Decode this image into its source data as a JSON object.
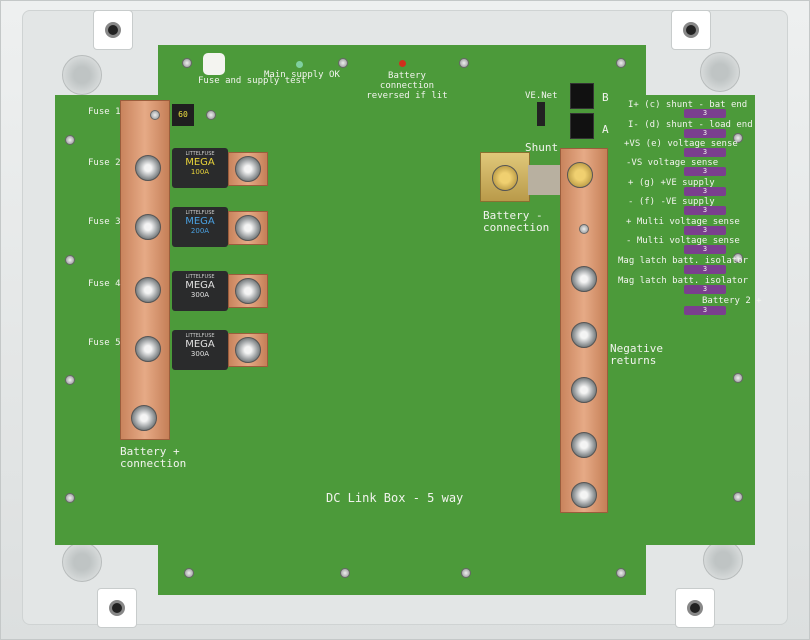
{
  "board": {
    "title": "DC Link Box - 5 way",
    "fuse_test": "Fuse and supply test",
    "main_supply": "Main supply OK",
    "battery_reversed": "Battery connection reversed if lit",
    "battery_pos": "Battery + connection",
    "battery_neg": "Battery - connection",
    "shunt": "Shunt",
    "negative_returns": "Negative returns",
    "ve_net": "VE.Net",
    "port_b": "B",
    "port_a": "A"
  },
  "fuses": [
    {
      "label": "Fuse 1",
      "rating": "60",
      "brand": "",
      "model": ""
    },
    {
      "label": "Fuse 2",
      "rating": "100A",
      "brand": "LITTELFUSE",
      "model": "MEGA",
      "color": "#e8d33a"
    },
    {
      "label": "Fuse 3",
      "rating": "200A",
      "brand": "LITTELFUSE",
      "model": "MEGA",
      "color": "#4aa0e0"
    },
    {
      "label": "Fuse 4",
      "rating": "300A",
      "brand": "LITTELFUSE",
      "model": "MEGA",
      "color": "#e0e0e0"
    },
    {
      "label": "Fuse 5",
      "rating": "300A",
      "brand": "LITTELFUSE",
      "model": "MEGA",
      "color": "#e0e0e0"
    }
  ],
  "terminals": [
    "I+ (c) shunt - bat end",
    "I- (d) shunt - load end",
    "+VS (e) voltage sense",
    "-VS voltage sense",
    "+ (g) +VE supply",
    "- (f) -VE supply",
    "+ Multi voltage sense",
    "- Multi voltage sense",
    "Mag latch batt. isolator",
    "Mag latch batt. isolator",
    "Battery 2 +"
  ],
  "jumper_rating": "3"
}
